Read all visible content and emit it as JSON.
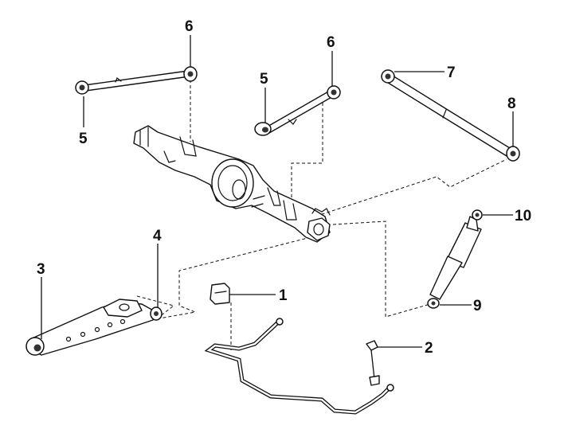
{
  "labels": {
    "p1": "1",
    "p2": "2",
    "p3": "3",
    "p4": "4",
    "p5a": "5",
    "p5b": "5",
    "p6a": "6",
    "p6b": "6",
    "p7": "7",
    "p8": "8",
    "p9": "9",
    "p10": "10"
  }
}
